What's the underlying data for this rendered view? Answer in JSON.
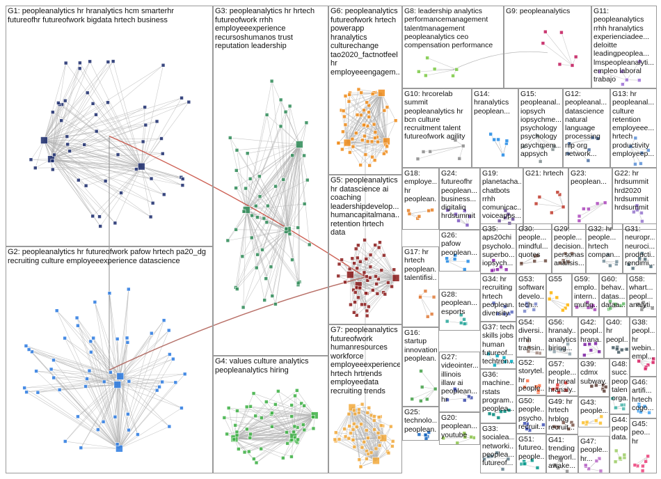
{
  "graph_title": "",
  "groups": [
    {
      "id": "G1",
      "label": "G1: peopleanalytics hr hranalytics hcm smarterhr\nfutureofhr futureofwork bigdata hrtech business",
      "color": "#1a2a6c"
    },
    {
      "id": "G2",
      "label": "G2: peopleanalytics hr futureofwork pafow hrtech pa20_dg\nrecruiting culture employeeexperience datascience",
      "color": "#2a7ae2"
    },
    {
      "id": "G3",
      "label": "G3: peopleanalytics hr hrtech\nfutureofwork rrhh\nemployeeexperience\nrecursoshumanos trust\nreputation leadership",
      "color": "#2e8b57"
    },
    {
      "id": "G4",
      "label": "G4: values culture analytics\npeopleanalytics hiring",
      "color": "#3cb043"
    },
    {
      "id": "G5",
      "label": "G5: peopleanalytics\nhr datascience ai\ncoaching\nleadershipdevelop...\nhumancapitalmana...\nretention hrtech data",
      "color": "#8b1a1a"
    },
    {
      "id": "G6",
      "label": "G6: peopleanalytics\nfutureofwork hrtech\npowerapp\nhranalytics\nculturechange\ntao2020_factnotfeel\nhr\nemployeeengagem...",
      "color": "#f08c1a"
    },
    {
      "id": "G7",
      "label": "G7: peopleanalytics\nfutureofwork\nhumanresources\nworkforce\nemployeeexperience\nhrtech hrtrends\nemployeedata\nrecruiting trends",
      "color": "#f2a93b"
    },
    {
      "id": "G8",
      "label": "G8: leadership analytics\nperformancemanagement\ntalentmanagement\npeopleanalytics ceo\ncompensation performance",
      "color": "#7ac943"
    },
    {
      "id": "G9",
      "label": "G9: peopleanalytics",
      "color": "#c2185b"
    },
    {
      "id": "G10",
      "label": "G10: hrcorelab\nsummit\npeopleanalytics hr\nbcn culture\nrecruitment talent\nfutureofwork agility",
      "color": "#8a8a8a"
    },
    {
      "id": "G11",
      "label": "G11:\npeopleanalytics\nrrhh hranalytics\nexperienciadee...\ndeloitte\nleadingpeoplea...\nlmspeopleanalyti...\nempleo laboral\ntrabajo",
      "color": "#9c6fd6"
    },
    {
      "id": "G12",
      "label": "G12:\npeopleanal...\ndatascience\nnatural\nlanguage\nprocessing\nnlp org\nnetwork...",
      "color": "#4a6fa5"
    },
    {
      "id": "G13",
      "label": "G13: hr\npeopleanal...\nculture\nretention\nemployeee...\nhrtech\nproductivity\nemployeep...",
      "color": "#5b8fd6"
    },
    {
      "id": "G14",
      "label": "G14:\nhranalytics\npeoplean...",
      "color": "#1e88e5"
    },
    {
      "id": "G15",
      "label": "G15:\npeopleanal...\niopsych\niopsychme...\npsychology\npsychology\npsychmem...\nappsych",
      "color": "#7f8c8d"
    },
    {
      "id": "G16",
      "label": "G16:\nstartup\ninnovation\npeoplean...",
      "color": "#43a047"
    },
    {
      "id": "G17",
      "label": "G17: hr\nhrtech\npeoplean...\ntalentifisi...",
      "color": "#e07b39"
    },
    {
      "id": "G18",
      "label": "G18:\nemploye...\nhr\npeoplean...",
      "color": "#e67e22"
    },
    {
      "id": "G19",
      "label": "G19:\nplanetacha...\nchatbots\nrrhh\ncomunicac...\nvoiceapps...",
      "color": "#6b4c9a"
    },
    {
      "id": "G20",
      "label": "G20:\npeoplean...\nyoutube",
      "color": "#8bc34a"
    },
    {
      "id": "G21",
      "label": "G21: hrtech",
      "color": "#c0392b"
    },
    {
      "id": "G22",
      "label": "G22: hr\nhrdsummit\nhrd2020\nhrdsummit\nhrdsummit",
      "color": "#9575cd"
    },
    {
      "id": "G23",
      "label": "G23:\npeoplean...",
      "color": "#ab47bc"
    },
    {
      "id": "G24",
      "label": "G24:\nfutureofhr\npeoplean...\nbusiness...\ndigitaliq\nhrdsummit",
      "color": "#7e57c2"
    },
    {
      "id": "G25",
      "label": "G25:\ntechnolo...\npeoplean...",
      "color": "#1565c0"
    },
    {
      "id": "G26",
      "label": "G26:\npafow\npeoplean...",
      "color": "#1e88e5"
    },
    {
      "id": "G27",
      "label": "G27:\nvideointer...\nillinois\nillaw ai\npeoplean...\nhr",
      "color": "#3949ab"
    },
    {
      "id": "G28",
      "label": "G28:\npeoplean...\nesports",
      "color": "#26a69a"
    },
    {
      "id": "G29",
      "label": "G29:\npeople...\ndecision...\npersonas\nanálisis...",
      "color": "#8d6e63"
    },
    {
      "id": "G30",
      "label": "G30:\npeople...\nmindful...\nquotes",
      "color": "#6d4c41"
    },
    {
      "id": "G31",
      "label": "G31:\nneuropr...\nneuroci...\nproducti...\nrendimi...",
      "color": "#546e7a"
    },
    {
      "id": "G32",
      "label": "G32: hr\npeople...\nhrtech\ncompan...",
      "color": "#78909c"
    },
    {
      "id": "G33",
      "label": "G33:\nsocialea...\nnetworki...\npeoplea...\nfutureof...",
      "color": "#607d8b"
    },
    {
      "id": "G34",
      "label": "G34: hr\nrecruiting\nhrtech\npeoplean...\ndiversity",
      "color": "#5c6bc0"
    },
    {
      "id": "G35",
      "label": "G35:\naps20chi\npsycholo...\nsuperbo...\niopsych...",
      "color": "#8e24aa"
    },
    {
      "id": "G36",
      "label": "G36:\nmachine...\nrstats\nprogram...\npeoplea...",
      "color": "#00897b"
    },
    {
      "id": "G37",
      "label": "G37: tech\nskills jobs\nhuman\nfutureof...\ntechtren...",
      "color": "#00acc1"
    },
    {
      "id": "G38",
      "label": "G38:\npeopl...\nhr\nwebin...\nempl...",
      "color": "#d81b60"
    },
    {
      "id": "G39",
      "label": "G39:\ncdmx\nsubway...",
      "color": "#5d4037"
    },
    {
      "id": "G40",
      "label": "G40:\nhr\npeopl...",
      "color": "#455a64"
    },
    {
      "id": "G41",
      "label": "G41:\ntrending\ntheworl...\nawake...",
      "color": "#8d8d8d"
    },
    {
      "id": "G42",
      "label": "G42:\npeopl...\nhrana...",
      "color": "#7b1fa2"
    },
    {
      "id": "G43",
      "label": "G43:\npeople...",
      "color": "#fbc02d"
    },
    {
      "id": "G44",
      "label": "G44:\npeop...\ndata...",
      "color": "#9ccc65"
    },
    {
      "id": "G45",
      "label": "G45:\npeo...\nhr",
      "color": "#ec407a"
    },
    {
      "id": "G46",
      "label": "G46:\nartifi...\nhrtech\ncogo...",
      "color": "#42a5f5"
    },
    {
      "id": "G47",
      "label": "G47:\npeople...\nhr...",
      "color": "#ba68c8"
    },
    {
      "id": "G48",
      "label": "G48:\nsucc...\npeop...\ntalen...\norga...",
      "color": "#4db6ac"
    },
    {
      "id": "G49",
      "label": "G49: hr\nhrtech\nhrblog\nrecruit...",
      "color": "#795548"
    },
    {
      "id": "G50",
      "label": "G50:\npeople...\npsycho...\nrecruit...",
      "color": "#3f51b5"
    },
    {
      "id": "G51",
      "label": "G51:\nfutureo...\npeople...",
      "color": "#009688"
    },
    {
      "id": "G52",
      "label": "G52:\nstorytel...\nhr\npeople...",
      "color": "#ff7043"
    },
    {
      "id": "G53",
      "label": "G53:\nsoftware\ndevelo...\ntech...",
      "color": "#7986cb"
    },
    {
      "id": "G54",
      "label": "G54:\ndiversi...\nrrhh\ntransin...",
      "color": "#a1887f"
    },
    {
      "id": "G55",
      "label": "G55",
      "color": "#ffb300"
    },
    {
      "id": "G56",
      "label": "G56:\nhranaly...\nanalytics\nhiring...",
      "color": "#90a4ae"
    },
    {
      "id": "G57",
      "label": "G57:\npeople...\nhr hrreal\nhranaly...",
      "color": "#e53935"
    },
    {
      "id": "G58",
      "label": "G58:\nwhart...\npeopl...\nanalyti...",
      "color": "#8e8e8e"
    },
    {
      "id": "G59",
      "label": "G59:\nemplo...\nintern...\nmultig...",
      "color": "#ab47bc"
    },
    {
      "id": "G60",
      "label": "G60:\nbehav...\ndatas...\ndataa...",
      "color": "#66bb6a"
    }
  ]
}
